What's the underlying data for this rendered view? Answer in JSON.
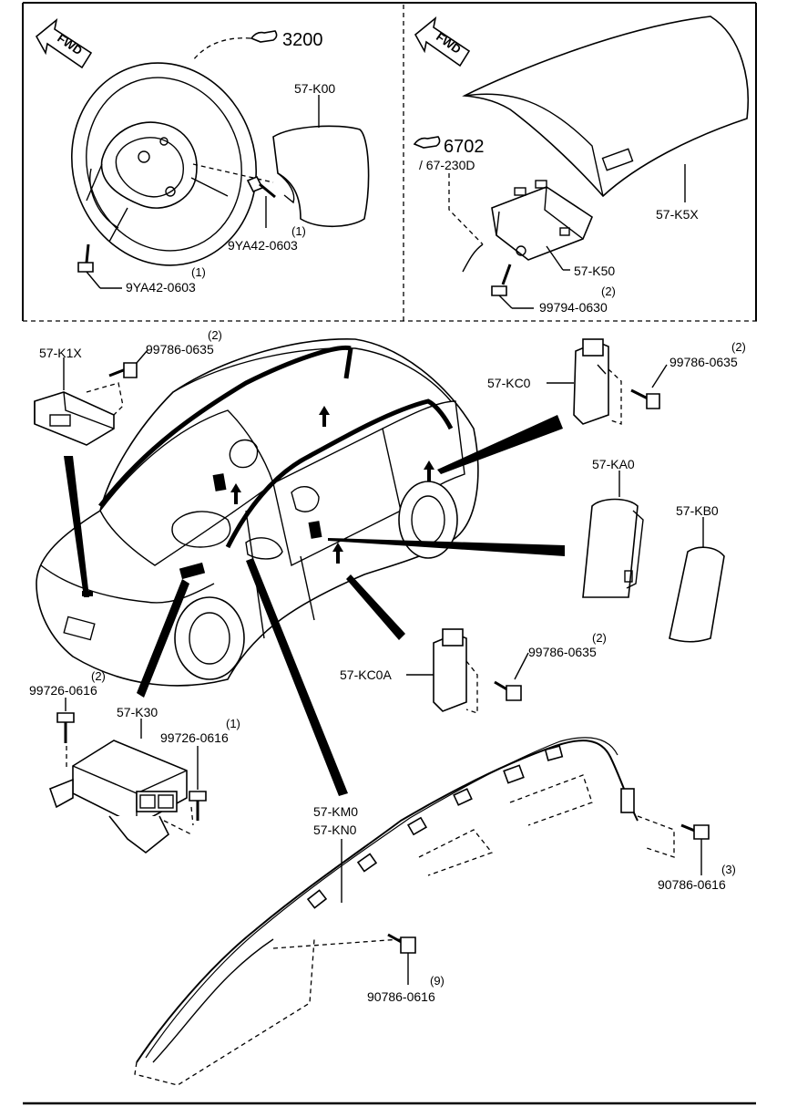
{
  "sections": {
    "steering_wheel": {
      "fwd_label": "FWD",
      "ref_number": "3200",
      "airbag_part": "57-K00",
      "bolt_right": {
        "part": "9YA42-0603",
        "qty": "(1)"
      },
      "bolt_left": {
        "part": "9YA42-0603",
        "qty": "(1)"
      }
    },
    "passenger_airbag": {
      "fwd_label": "FWD",
      "ref_number": "6702",
      "ref_sub": "/ 67-230D",
      "panel_part": "57-K5X",
      "module_part": "57-K50",
      "bolt": {
        "part": "99794-0630",
        "qty": "(2)"
      }
    },
    "vehicle": {
      "sensor_front": {
        "part": "57-K1X"
      },
      "sensor_front_bolt": {
        "part": "99786-0635",
        "qty": "(2)"
      },
      "sensor_side": {
        "part": "57-KC0"
      },
      "sensor_side_bolt": {
        "part": "99786-0635",
        "qty": "(2)"
      },
      "side_airbag_a": {
        "part": "57-KA0"
      },
      "side_airbag_b": {
        "part": "57-KB0"
      },
      "sensor_side_a": {
        "part": "57-KC0A"
      },
      "sensor_side_a_bolt": {
        "part": "99786-0635",
        "qty": "(2)"
      },
      "control_unit": {
        "part": "57-K30"
      },
      "control_unit_bolt_top": {
        "part": "99726-0616",
        "qty": "(2)"
      },
      "control_unit_bolt_right": {
        "part": "99726-0616",
        "qty": "(1)"
      },
      "curtain_airbag": {
        "part_1": "57-KM0",
        "part_2": "57-KN0"
      },
      "curtain_bolt_right": {
        "part": "90786-0616",
        "qty": "(3)"
      },
      "curtain_bolt_bottom": {
        "part": "90786-0616",
        "qty": "(9)"
      }
    }
  }
}
